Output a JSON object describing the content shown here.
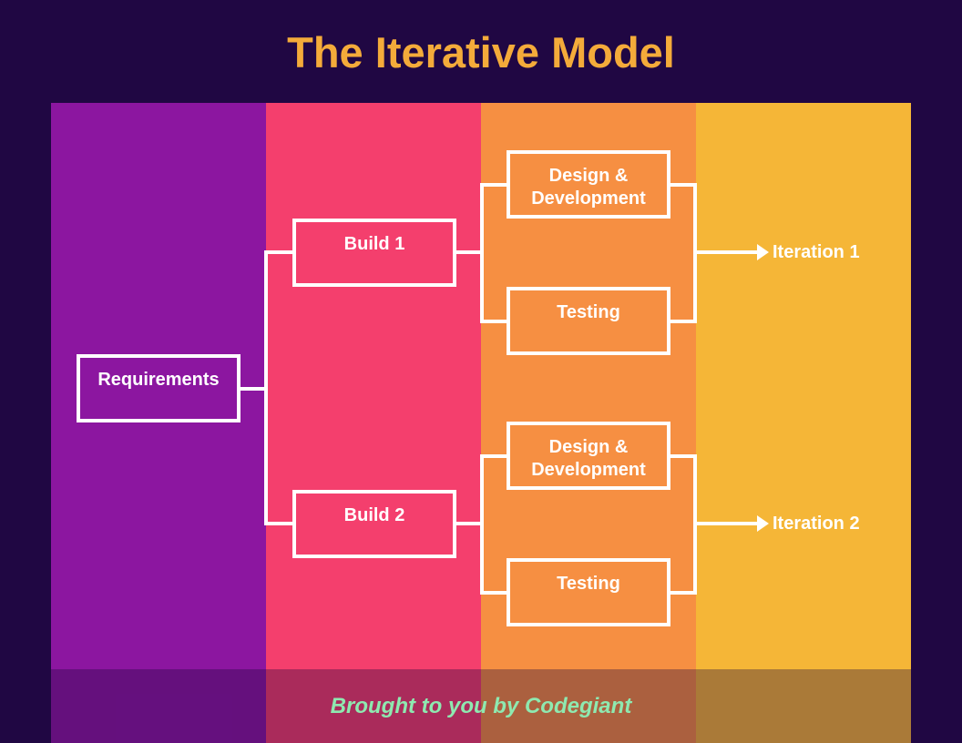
{
  "colors": {
    "bg": "#200743",
    "title": "#f4ab3a",
    "col-purple": "#8c16a0",
    "col-pink": "#f43f6d",
    "col-orange": "#f68f42",
    "col-yellow": "#f5b637",
    "line": "#ffffff",
    "footer-text": "#8ee9b0"
  },
  "header": {
    "title": "The Iterative Model"
  },
  "diagram": {
    "nodes": {
      "requirements": {
        "label": "Requirements"
      },
      "build1": {
        "label": "Build 1"
      },
      "build2": {
        "label": "Build 2"
      },
      "design_dev_1": {
        "label": "Design & Development"
      },
      "testing_1": {
        "label": "Testing"
      },
      "design_dev_2": {
        "label": "Design & Development"
      },
      "testing_2": {
        "label": "Testing"
      }
    },
    "outputs": {
      "iteration1": {
        "label": "Iteration 1"
      },
      "iteration2": {
        "label": "Iteration 2"
      }
    }
  },
  "footer": {
    "credit": "Brought to you by Codegiant"
  }
}
